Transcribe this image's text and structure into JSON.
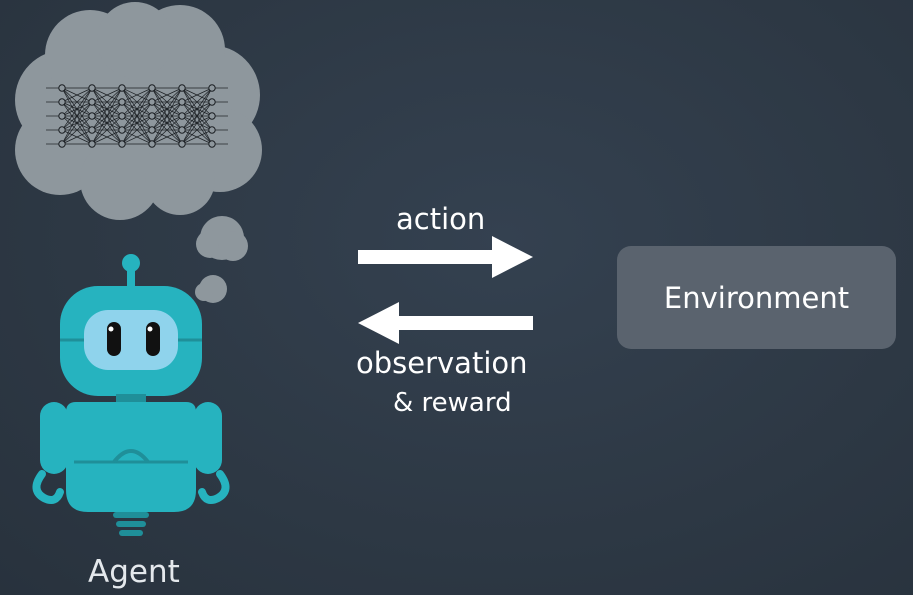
{
  "diagram": {
    "arrows": {
      "action_label": "action",
      "observation_label": "observation",
      "reward_label": "& reward"
    },
    "environment": {
      "label": "Environment"
    },
    "agent": {
      "label": "Agent"
    },
    "colors": {
      "background": "#2e3a46",
      "robot": "#26b3bf",
      "robot_face": "#8fd3ec",
      "thought_cloud": "#8e979d",
      "environment_box": "#5a636e",
      "arrow": "#ffffff"
    },
    "icons": [
      "robot-agent-icon",
      "thought-cloud-icon",
      "neural-network-icon",
      "action-arrow-icon",
      "observation-arrow-icon"
    ]
  }
}
